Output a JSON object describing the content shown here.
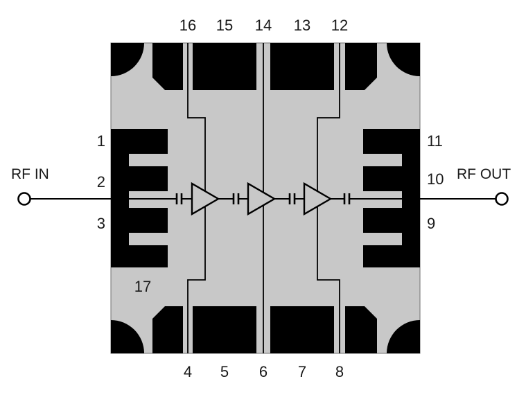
{
  "figure": {
    "rf_in": "RF IN",
    "rf_out": "RF OUT",
    "pin_17": "17",
    "pins_top": [
      "16",
      "15",
      "14",
      "13",
      "12"
    ],
    "pins_bottom": [
      "4",
      "5",
      "6",
      "7",
      "8"
    ],
    "pins_left": [
      "1",
      "2",
      "3"
    ],
    "pins_right": [
      "11",
      "10",
      "9"
    ],
    "amplifier_stages": "3",
    "colors": {
      "die": "#c8c8c8",
      "metal": "#000000",
      "trace": "#000000",
      "background": "#ffffff"
    }
  }
}
